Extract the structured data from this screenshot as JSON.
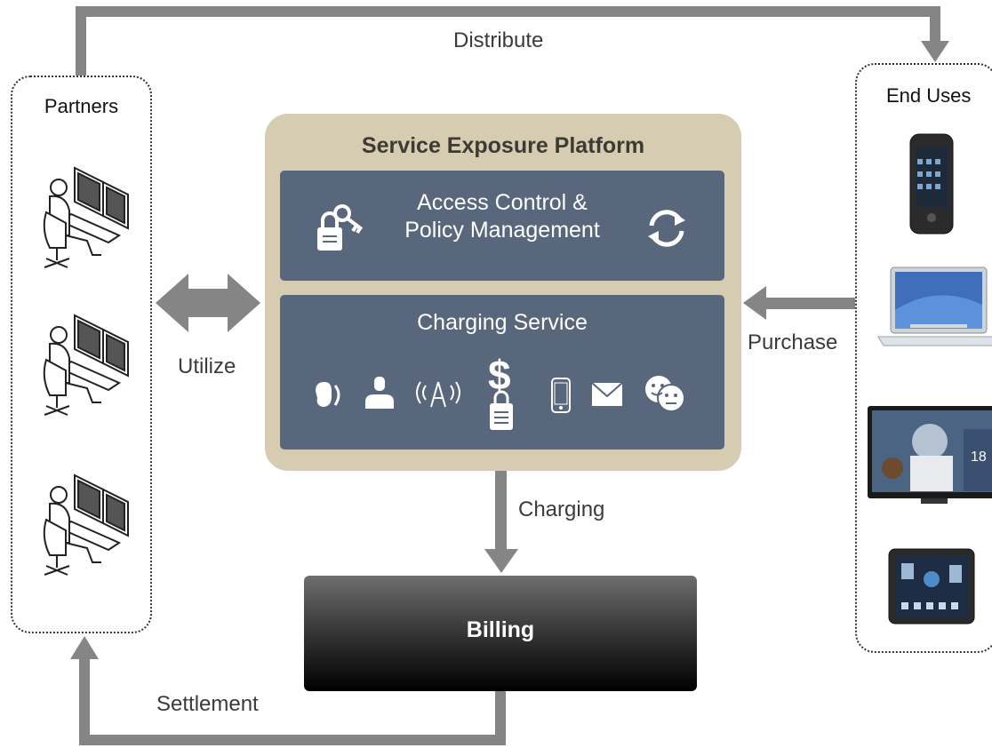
{
  "flows": {
    "distribute": "Distribute",
    "utilize": "Utilize",
    "purchase": "Purchase",
    "charging": "Charging",
    "settlement": "Settlement"
  },
  "partners": {
    "title": "Partners"
  },
  "end_users": {
    "title": "End Uses"
  },
  "platform": {
    "title": "Service Exposure Platform",
    "access_control_line1": "Access Control &",
    "access_control_line2": "Policy Management",
    "charging_service": "Charging Service"
  },
  "billing": {
    "label": "Billing"
  },
  "icons": {
    "charging_services": [
      "voice-icon",
      "user-icon",
      "broadcast-tower-icon",
      "dollar-lock-icon",
      "mobile-phone-icon",
      "envelope-icon",
      "chat-faces-icon"
    ],
    "access_control": [
      "key-lock-icon",
      "refresh-icon"
    ]
  },
  "colors": {
    "arrow": "#858585",
    "platform_bg": "#d6ccb1",
    "service_box": "#59677d"
  }
}
